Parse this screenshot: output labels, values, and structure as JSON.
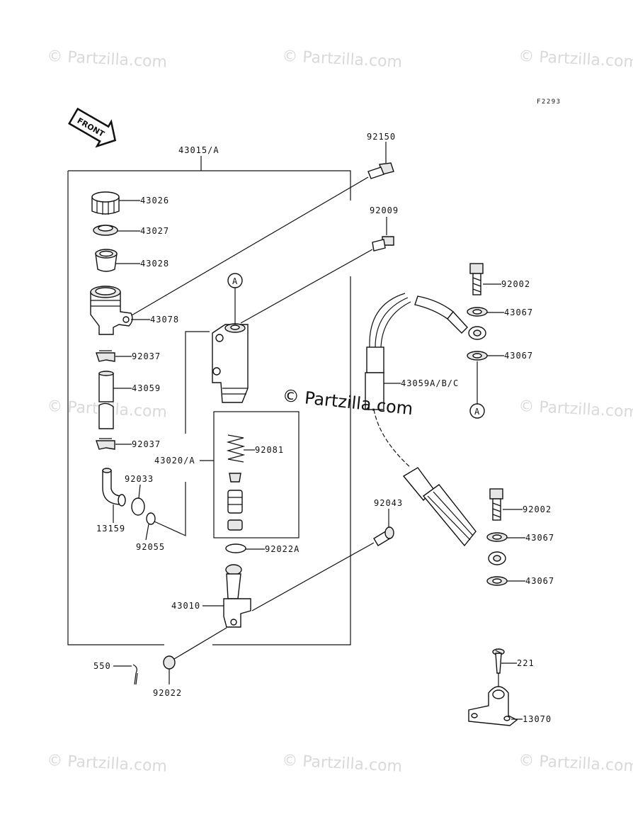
{
  "watermark": {
    "text": "© Partzilla.com",
    "center_text": "© Partzilla.com"
  },
  "figure_code": "F2293",
  "front_label": "FRONT",
  "circle_ref": "A",
  "labels": {
    "l43015": "43015/A",
    "l43026": "43026",
    "l43027": "43027",
    "l43028": "43028",
    "l43078": "43078",
    "l92037a": "92037",
    "l43059": "43059",
    "l92037b": "92037",
    "l92033": "92033",
    "l13159": "13159",
    "l92055": "92055",
    "l43020": "43020/A",
    "l92081": "92081",
    "l92022A": "92022A",
    "l43010": "43010",
    "l550": "550",
    "l92022": "92022",
    "l92150": "92150",
    "l92009": "92009",
    "l92043": "92043",
    "l92002a": "92002",
    "l43067a": "43067",
    "l43067b": "43067",
    "l43059ABC": "43059A/B/C",
    "l92002b": "92002",
    "l43067c": "43067",
    "l43067d": "43067",
    "l221": "221",
    "l13070": "13070"
  }
}
